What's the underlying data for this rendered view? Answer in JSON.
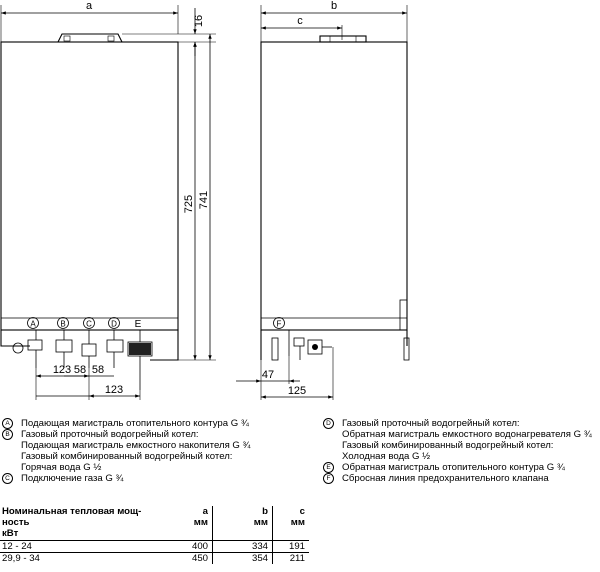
{
  "dimensions": {
    "a": "a",
    "b": "b",
    "c": "c",
    "top_offset": "16",
    "inner_height": "725",
    "total_height": "741",
    "spacing_left_a": "123",
    "spacing_58a": "58",
    "spacing_58b": "58",
    "spacing_right_a": "123",
    "side_depth": "47",
    "side_total": "125"
  },
  "connection_labels": [
    "A",
    "B",
    "C",
    "D",
    "E",
    "F"
  ],
  "legend_left": [
    {
      "marker": "A",
      "lines": [
        "Подающая магистраль отопительного контура G ¾"
      ]
    },
    {
      "marker": "B",
      "lines": [
        "Газовый проточный водогрейный котел:",
        "Подающая магистраль емкостного накопителя G ¾",
        "Газовый комбинированный водогрейный котел:",
        "Горячая вода G ½"
      ]
    },
    {
      "marker": "C",
      "lines": [
        "Подключение газа G ¾"
      ]
    }
  ],
  "legend_right": [
    {
      "marker": "D",
      "lines": [
        "Газовый проточный водогрейный котел:",
        "Обратная магистраль емкостного водонагревателя G ¾",
        "Газовый комбинированный водогрейный котел:",
        "Холодная вода G ½"
      ]
    },
    {
      "marker": "E",
      "lines": [
        "Обратная магистраль отопительного контура G ¾"
      ]
    },
    {
      "marker": "F",
      "lines": [
        "Сбросная линия предохранительного клапана"
      ]
    }
  ],
  "table": {
    "header": {
      "col0_line1": "Номинальная тепловая мощ-",
      "col0_line2": "ность",
      "col0_line3": "кВт",
      "a_label": "a",
      "a_unit": "мм",
      "b_label": "b",
      "b_unit": "мм",
      "c_label": "c",
      "c_unit": "мм"
    },
    "rows": [
      {
        "power": "12 - 24",
        "a": "400",
        "b": "334",
        "c": "191"
      },
      {
        "power": "29,9 - 34",
        "a": "450",
        "b": "354",
        "c": "211"
      }
    ]
  }
}
